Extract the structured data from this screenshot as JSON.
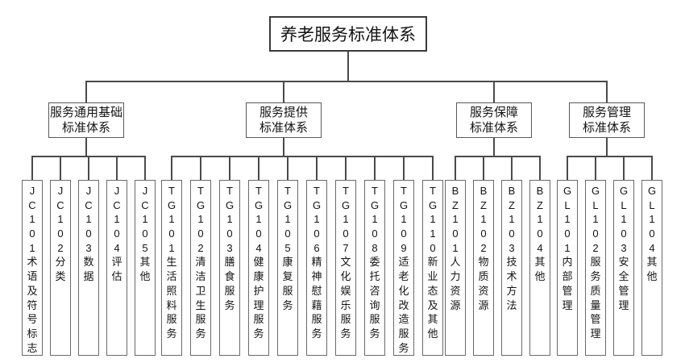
{
  "diagram": {
    "title": "养老服务标准体系",
    "colors": {
      "line": "#4a4a4a",
      "box_border": "#595959",
      "leaf_border": "#6a6a6a",
      "text": "#141414",
      "background": "#ffffff"
    },
    "branches": [
      {
        "label": "服务通用基础\n标准体系",
        "children": [
          {
            "code": "JC101",
            "name": "术语及符号标志"
          },
          {
            "code": "JC102",
            "name": "分类"
          },
          {
            "code": "JC103",
            "name": "数据"
          },
          {
            "code": "JC104",
            "name": "评估"
          },
          {
            "code": "JC105",
            "name": "其他"
          }
        ]
      },
      {
        "label": "服务提供\n标准体系",
        "children": [
          {
            "code": "TG101",
            "name": "生活照料服务"
          },
          {
            "code": "TG102",
            "name": "清洁卫生服务"
          },
          {
            "code": "TG103",
            "name": "膳食服务"
          },
          {
            "code": "TG104",
            "name": "健康护理服务"
          },
          {
            "code": "TG105",
            "name": "康复服务"
          },
          {
            "code": "TG106",
            "name": "精神慰藉服务"
          },
          {
            "code": "TG107",
            "name": "文化娱乐服务"
          },
          {
            "code": "TG108",
            "name": "委托咨询服务"
          },
          {
            "code": "TG109",
            "name": "适老化改造服务"
          },
          {
            "code": "TG110",
            "name": "新业态及其他"
          }
        ]
      },
      {
        "label": "服务保障\n标准体系",
        "children": [
          {
            "code": "BZ101",
            "name": "人力资源"
          },
          {
            "code": "BZ102",
            "name": "物质资源"
          },
          {
            "code": "BZ103",
            "name": "技术方法"
          },
          {
            "code": "BZ104",
            "name": "其他"
          }
        ]
      },
      {
        "label": "服务管理\n标准体系",
        "children": [
          {
            "code": "GL101",
            "name": "内部管理"
          },
          {
            "code": "GL102",
            "name": "服务质量管理"
          },
          {
            "code": "GL103",
            "name": "安全管理"
          },
          {
            "code": "GL104",
            "name": "其他"
          }
        ]
      }
    ]
  }
}
